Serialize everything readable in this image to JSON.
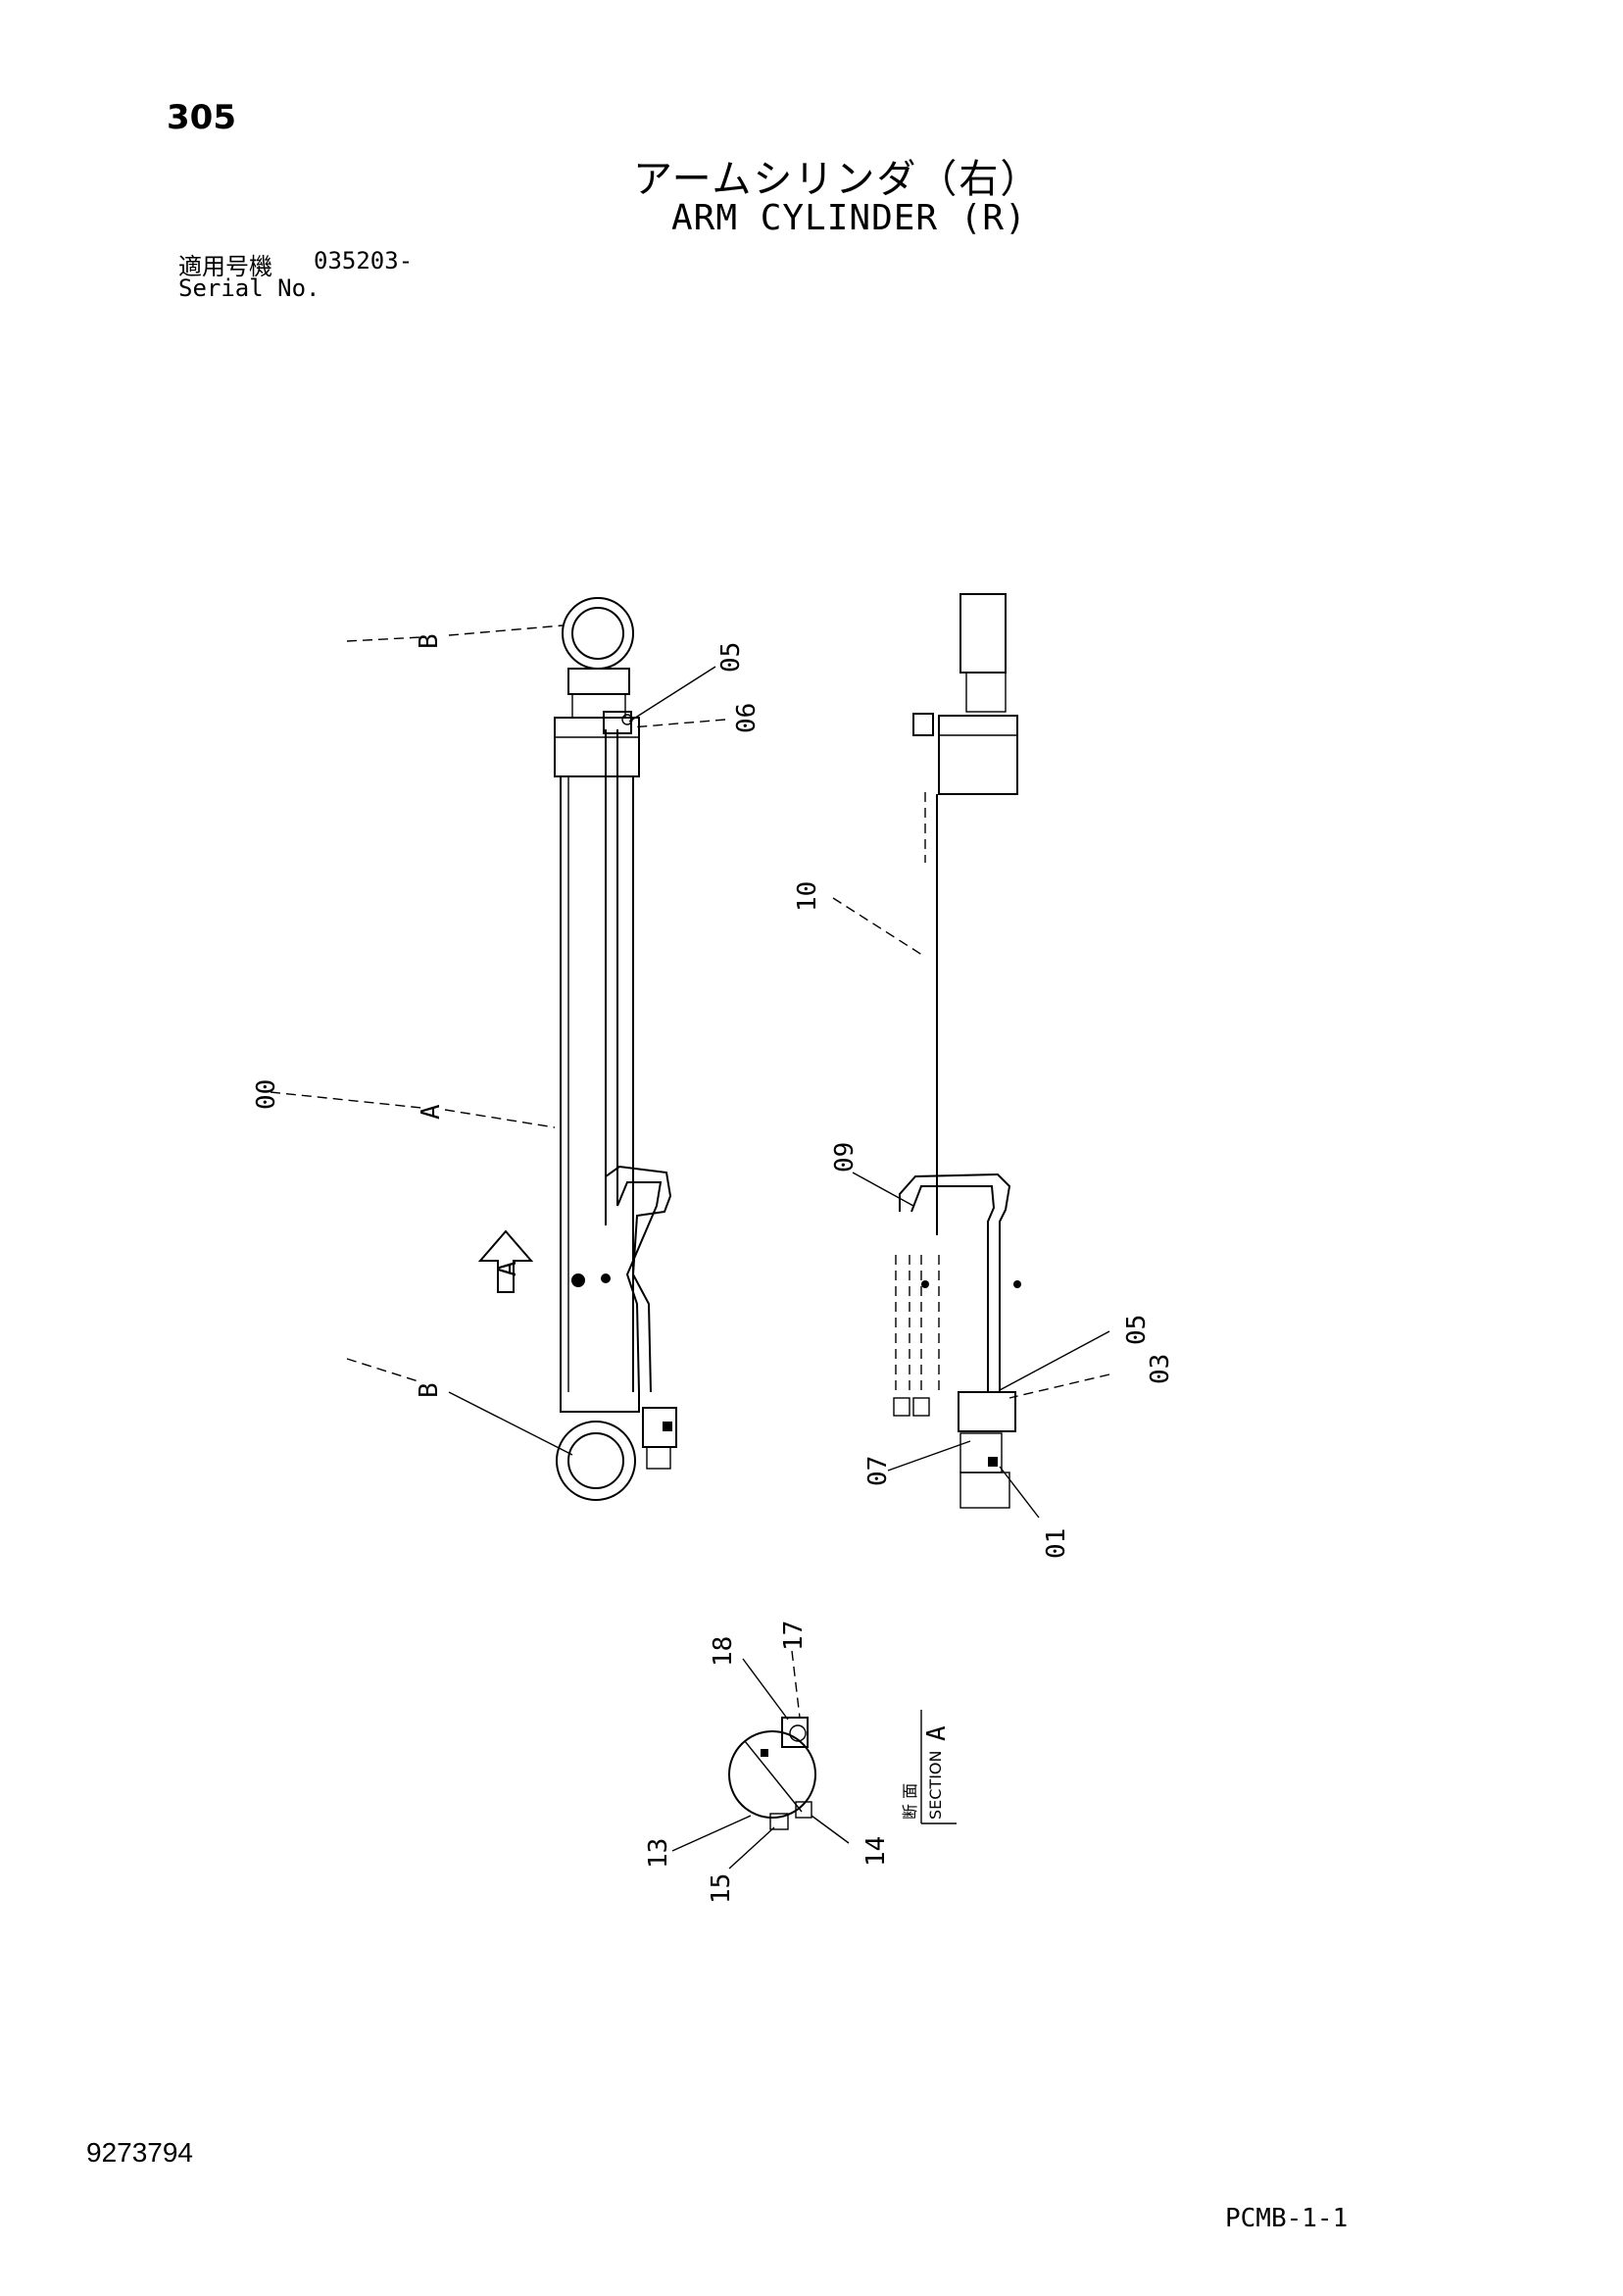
{
  "header": {
    "page_number": "305",
    "title_jp": "アームシリンダ（右）",
    "title_en": "ARM CYLINDER (R)",
    "serial_label_jp": "適用号機",
    "serial_value": "035203-",
    "serial_label_en": "Serial No."
  },
  "footer": {
    "doc_number": "9273794",
    "sheet_code": "PCMB-1-1"
  },
  "callouts": {
    "c00": "00",
    "c01": "01",
    "c03": "03",
    "c05a": "05",
    "c05b": "05",
    "c06": "06",
    "c07": "07",
    "c09": "09",
    "c10": "10",
    "c13": "13",
    "c14": "14",
    "c15": "15",
    "c17": "17",
    "c18": "18",
    "a_main": "A",
    "a_view": "A",
    "b_top": "B",
    "b_bottom": "B"
  },
  "section": {
    "label_jp": "断 面",
    "label_en": "SECTION",
    "letter": "A"
  }
}
